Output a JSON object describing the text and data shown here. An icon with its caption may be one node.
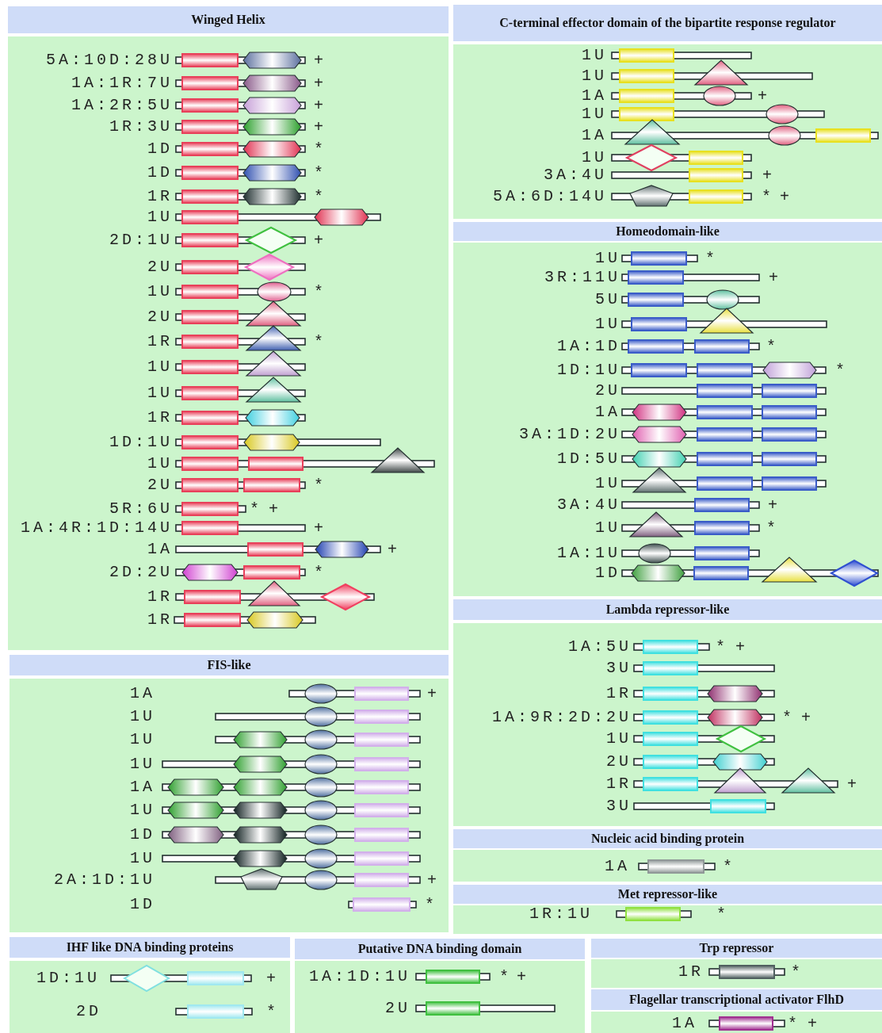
{
  "diagram": {
    "nodes": [
      {
        "text": [
          "Winged Helix"
        ]
      },
      {
        "text": [
          "C-terminal effector domain of the bipartite response regulator"
        ]
      },
      {
        "text": [
          "Homeodomain-like"
        ]
      },
      {
        "text": [
          "Lambda repressor-like"
        ]
      },
      {
        "text": [
          "FIS-like"
        ]
      },
      {
        "text": [
          "Nucleic acid binding protein"
        ]
      },
      {
        "text": [
          "Met repressor-like"
        ]
      },
      {
        "text": [
          "IHF like DNA binding proteins"
        ]
      },
      {
        "text": [
          "Putative DNA binding domain"
        ]
      },
      {
        "text": [
          "Trp repressor"
        ]
      },
      {
        "text": [
          "Flagellar transcriptional activator FlhD"
        ]
      }
    ],
    "labels": [
      "5A:10D:28U",
      "+",
      "1A:1R:7U",
      "+",
      "1A:2R:5U",
      "+",
      "1R:3U",
      "+",
      "1D",
      "*",
      "1D",
      "*",
      "1R",
      "*",
      "1U",
      "2D:1U",
      "+",
      "2U",
      "1U",
      "*",
      "2U",
      "1R",
      "*",
      "1U",
      "1U",
      "1R",
      "1D:1U",
      "1U",
      "2U",
      "*",
      "5R:6U",
      "*",
      "+",
      "1A:4R:1D:14U",
      "+",
      "1A",
      "+",
      "2D:2U",
      "*",
      "1R",
      "1R",
      "1U",
      "1U",
      "1A",
      "+",
      "1U",
      "1A",
      "1U",
      "3A:4U",
      "+",
      "5A:6D:14U",
      "*",
      "+",
      "1U",
      "*",
      "3R:11U",
      "+",
      "5U",
      "1U",
      "1A:1D",
      "*",
      "1D:1U",
      "*",
      "2U",
      "1A",
      "3A:1D:2U",
      "1D:5U",
      "1U",
      "3A:4U",
      "+",
      "1U",
      "*",
      "1A:1U",
      "1D",
      "1A:5U",
      "*",
      "+",
      "3U",
      "1R",
      "1A:9R:2D:2U",
      "*",
      "+",
      "1U",
      "2U",
      "1R",
      "+",
      "3U",
      "1A",
      "+",
      "1U",
      "1U",
      "1U",
      "1A",
      "1U",
      "1D",
      "1U",
      "2A:1D:1U",
      "+",
      "1D",
      "*",
      "1A",
      "*",
      "1R:1U",
      "*",
      "1D:1U",
      "+",
      "2D",
      "*",
      "1A:1D:1U",
      "*",
      "+",
      "2U",
      "1R",
      "*",
      "1A",
      "*",
      "+"
    ]
  }
}
